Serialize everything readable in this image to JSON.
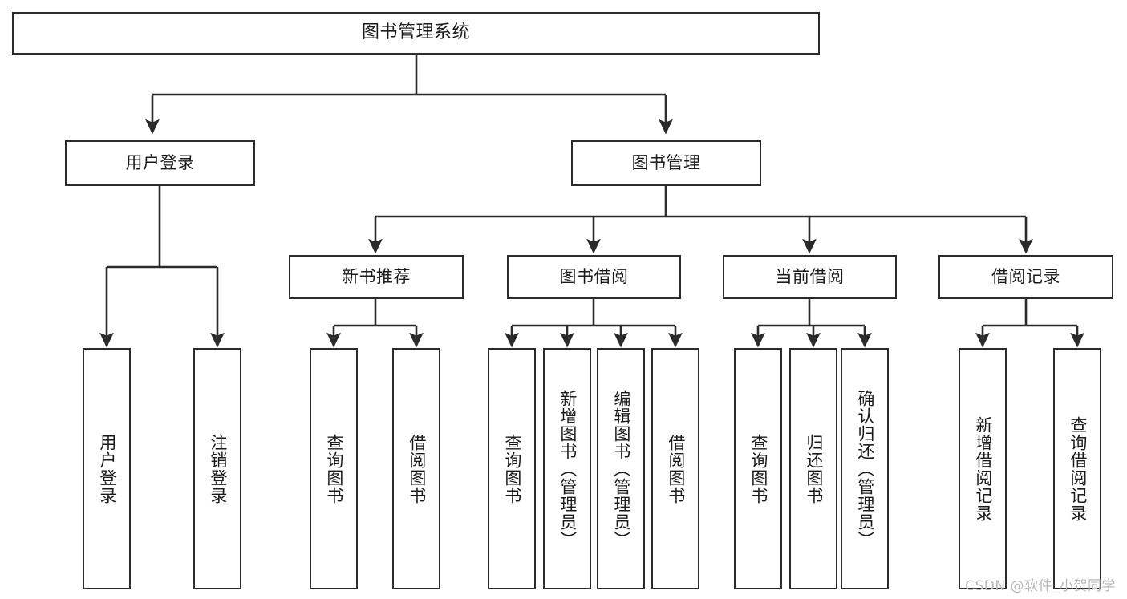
{
  "diagram": {
    "title": "图书管理系统",
    "root": {
      "label": "图书管理系统"
    },
    "level2": {
      "user_login": "用户登录",
      "book_manage": "图书管理"
    },
    "level3": {
      "new_book_recommend": "新书推荐",
      "book_borrow": "图书借阅",
      "current_borrow": "当前借阅",
      "borrow_record": "借阅记录"
    },
    "leaves": {
      "user_login_leaf": "用户登录",
      "logout_leaf": "注销登录",
      "query_book_a": "查询图书",
      "borrow_book_a": "借阅图书",
      "query_book_b": "查询图书",
      "add_book_admin": "新增图书（管理员）",
      "edit_book_admin": "编辑图书（管理员）",
      "borrow_book_b": "借阅图书",
      "query_book_c": "查询图书",
      "return_book": "归还图书",
      "confirm_return_admin": "确认归还（管理员）",
      "add_borrow_record": "新增借阅记录",
      "query_borrow_record": "查询借阅记录"
    }
  },
  "watermark": {
    "text": "CSDN @软件_小贺同学"
  },
  "colors": {
    "stroke": "#2b2b2b",
    "background": "#ffffff",
    "text": "#1b1b1b",
    "watermark": "#b9b9b9"
  }
}
